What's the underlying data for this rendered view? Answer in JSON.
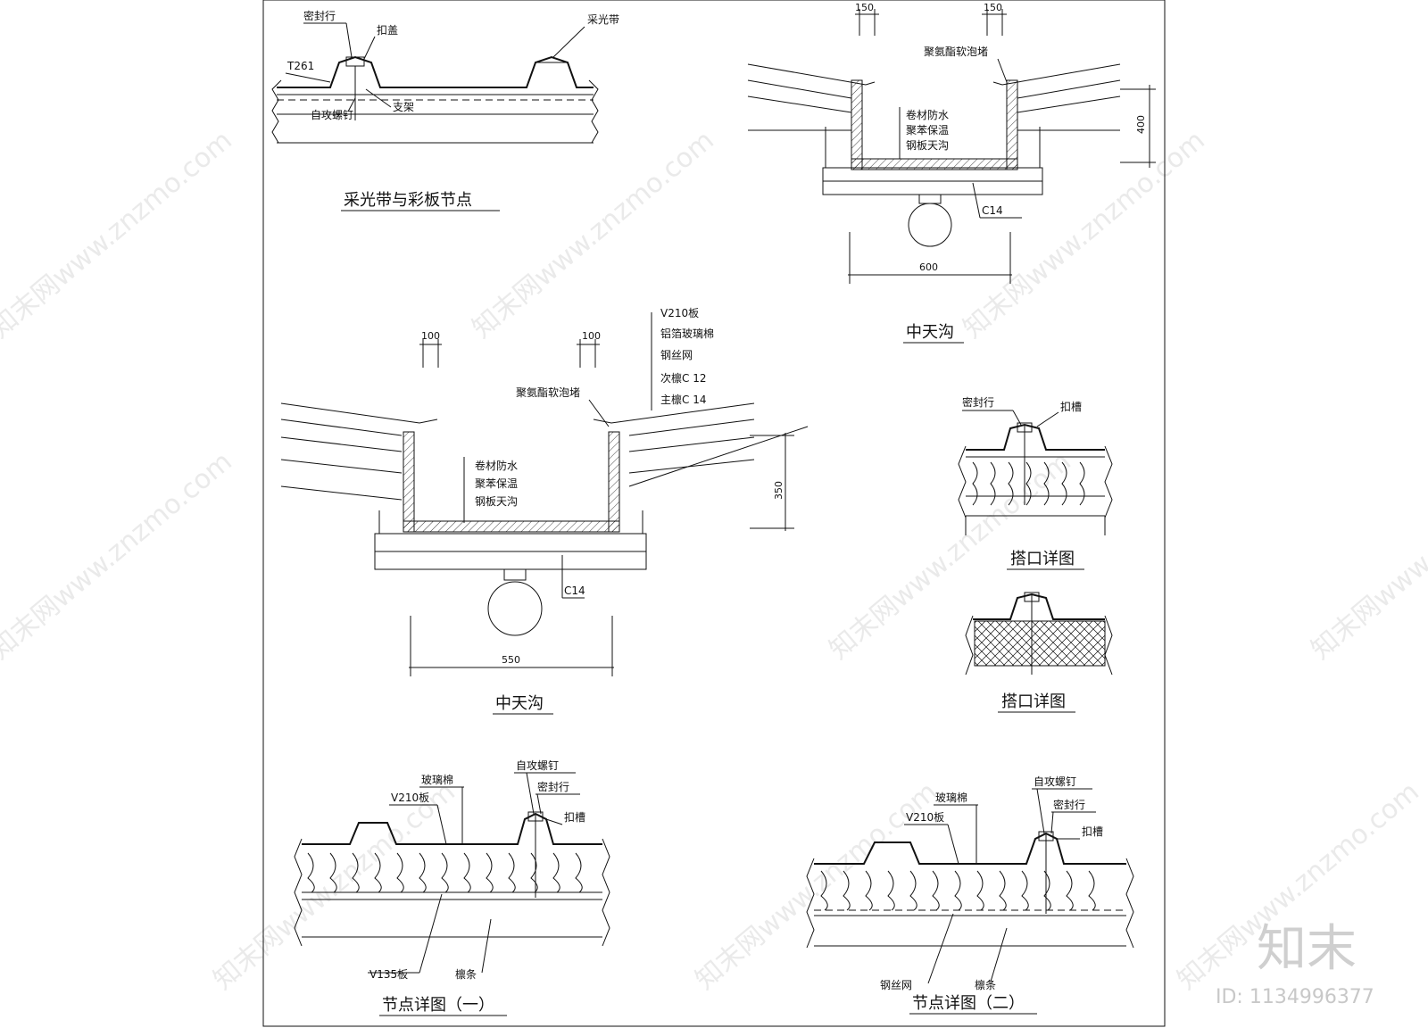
{
  "details": {
    "skylight": {
      "title": "采光带与彩板节点",
      "labels": {
        "sealant": "密封行",
        "cap": "扣盖",
        "skylight": "采光带",
        "panel": "T261",
        "screw": "自攻螺钉",
        "bracket": "支架"
      }
    },
    "gutter_top": {
      "title": "中天沟",
      "labels": {
        "foam": "聚氨酯软泡堵",
        "membrane": "卷材防水",
        "insulation": "聚苯保温",
        "gutter": "钢板天沟",
        "channel": "C14"
      },
      "dims": {
        "left": "150",
        "right": "150",
        "height": "400",
        "width": "600"
      }
    },
    "gutter_mid": {
      "title": "中天沟",
      "labels": {
        "panel": "V210板",
        "wool": "铝箔玻璃棉",
        "mesh": "钢丝网",
        "purlin2": "次檩C 12",
        "purlin1": "主檩C 14",
        "foam": "聚氨酯软泡堵",
        "membrane": "卷材防水",
        "insulation": "聚苯保温",
        "gutter": "钢板天沟",
        "channel": "C14"
      },
      "dims": {
        "left": "100",
        "right": "100",
        "height": "350",
        "width": "550"
      }
    },
    "lap1": {
      "title": "搭口详图",
      "labels": {
        "sealant": "密封行",
        "groove": "扣槽"
      }
    },
    "lap2": {
      "title": "搭口详图"
    },
    "node1": {
      "title": "节点详图（一）",
      "labels": {
        "screw": "自攻螺钉",
        "wool": "玻璃棉",
        "sealant": "密封行",
        "panel": "V210板",
        "groove": "扣槽",
        "bottom": "V135板",
        "purlin": "檩条"
      }
    },
    "node2": {
      "title": "节点详图（二）",
      "labels": {
        "screw": "自攻螺钉",
        "wool": "玻璃棉",
        "sealant": "密封行",
        "panel": "V210板",
        "groove": "扣槽",
        "mesh": "钢丝网",
        "purlin": "檩条"
      }
    }
  },
  "watermark": {
    "text": "知末网www.znzmo.com",
    "logo": "知末",
    "id": "ID: 1134996377"
  }
}
